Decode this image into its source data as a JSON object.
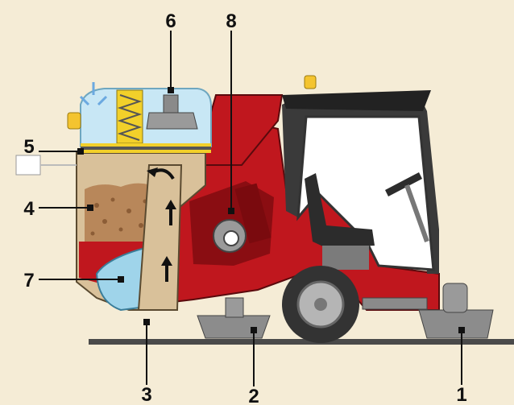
{
  "diagram": {
    "callouts": [
      {
        "id": "1",
        "label": "1"
      },
      {
        "id": "2",
        "label": "2"
      },
      {
        "id": "3",
        "label": "3"
      },
      {
        "id": "4",
        "label": "4"
      },
      {
        "id": "5",
        "label": "5"
      },
      {
        "id": "6",
        "label": "6"
      },
      {
        "id": "7",
        "label": "7"
      },
      {
        "id": "8",
        "label": "8"
      }
    ],
    "colors": {
      "background": "#f5ecd6",
      "body_red": "#c0171e",
      "body_dark_red": "#8a0d12",
      "hopper_tan": "#d9c19a",
      "debris": "#b8875a",
      "water_blue": "#9fd4ea",
      "filter_yellow": "#f2d02a",
      "wheel_dark": "#333333",
      "frame_grey": "#8a8a8a",
      "beacon_yellow": "#f4c430"
    }
  }
}
